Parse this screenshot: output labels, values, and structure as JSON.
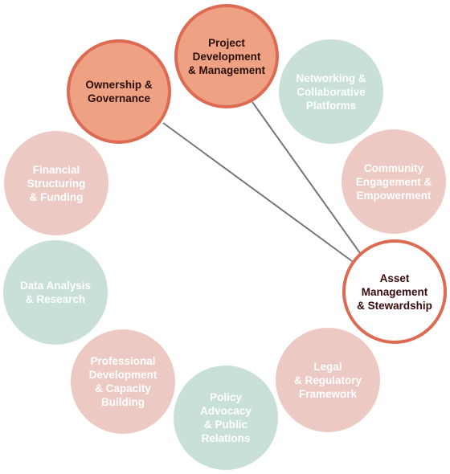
{
  "colors": {
    "accent_fill": "#efa184",
    "accent_border": "#dd6a52",
    "pink_fill": "#ecc9c2",
    "mint_fill": "#c9e0d7",
    "center_text": "#3a0c0c",
    "connector": "#777777"
  },
  "center": {
    "label": "Asset\nManagement\n& Stewardship"
  },
  "nodes": [
    {
      "id": "project",
      "label": "Project\nDevelopment\n& Management",
      "state": "active",
      "tone": "accent"
    },
    {
      "id": "ownership",
      "label": "Ownership &\nGovernance",
      "state": "active",
      "tone": "accent"
    },
    {
      "id": "networking",
      "label": "Networking &\nCollaborative\nPlatforms",
      "state": "muted",
      "tone": "mint"
    },
    {
      "id": "community",
      "label": "Community\nEngagement &\nEmpowerment",
      "state": "muted",
      "tone": "pink"
    },
    {
      "id": "financial",
      "label": "Financial\nStructuring\n& Funding",
      "state": "muted",
      "tone": "pink"
    },
    {
      "id": "data",
      "label": "Data Analysis\n& Research",
      "state": "muted",
      "tone": "mint"
    },
    {
      "id": "professional",
      "label": "Professional\nDevelopment\n& Capacity\nBuilding",
      "state": "muted",
      "tone": "pink"
    },
    {
      "id": "legal",
      "label": "Legal\n& Regulatory\nFramework",
      "state": "muted",
      "tone": "pink"
    },
    {
      "id": "policy",
      "label": "Policy\nAdvocacy\n& Public\nRelations",
      "state": "muted",
      "tone": "mint"
    }
  ],
  "connections": [
    "project",
    "ownership"
  ]
}
